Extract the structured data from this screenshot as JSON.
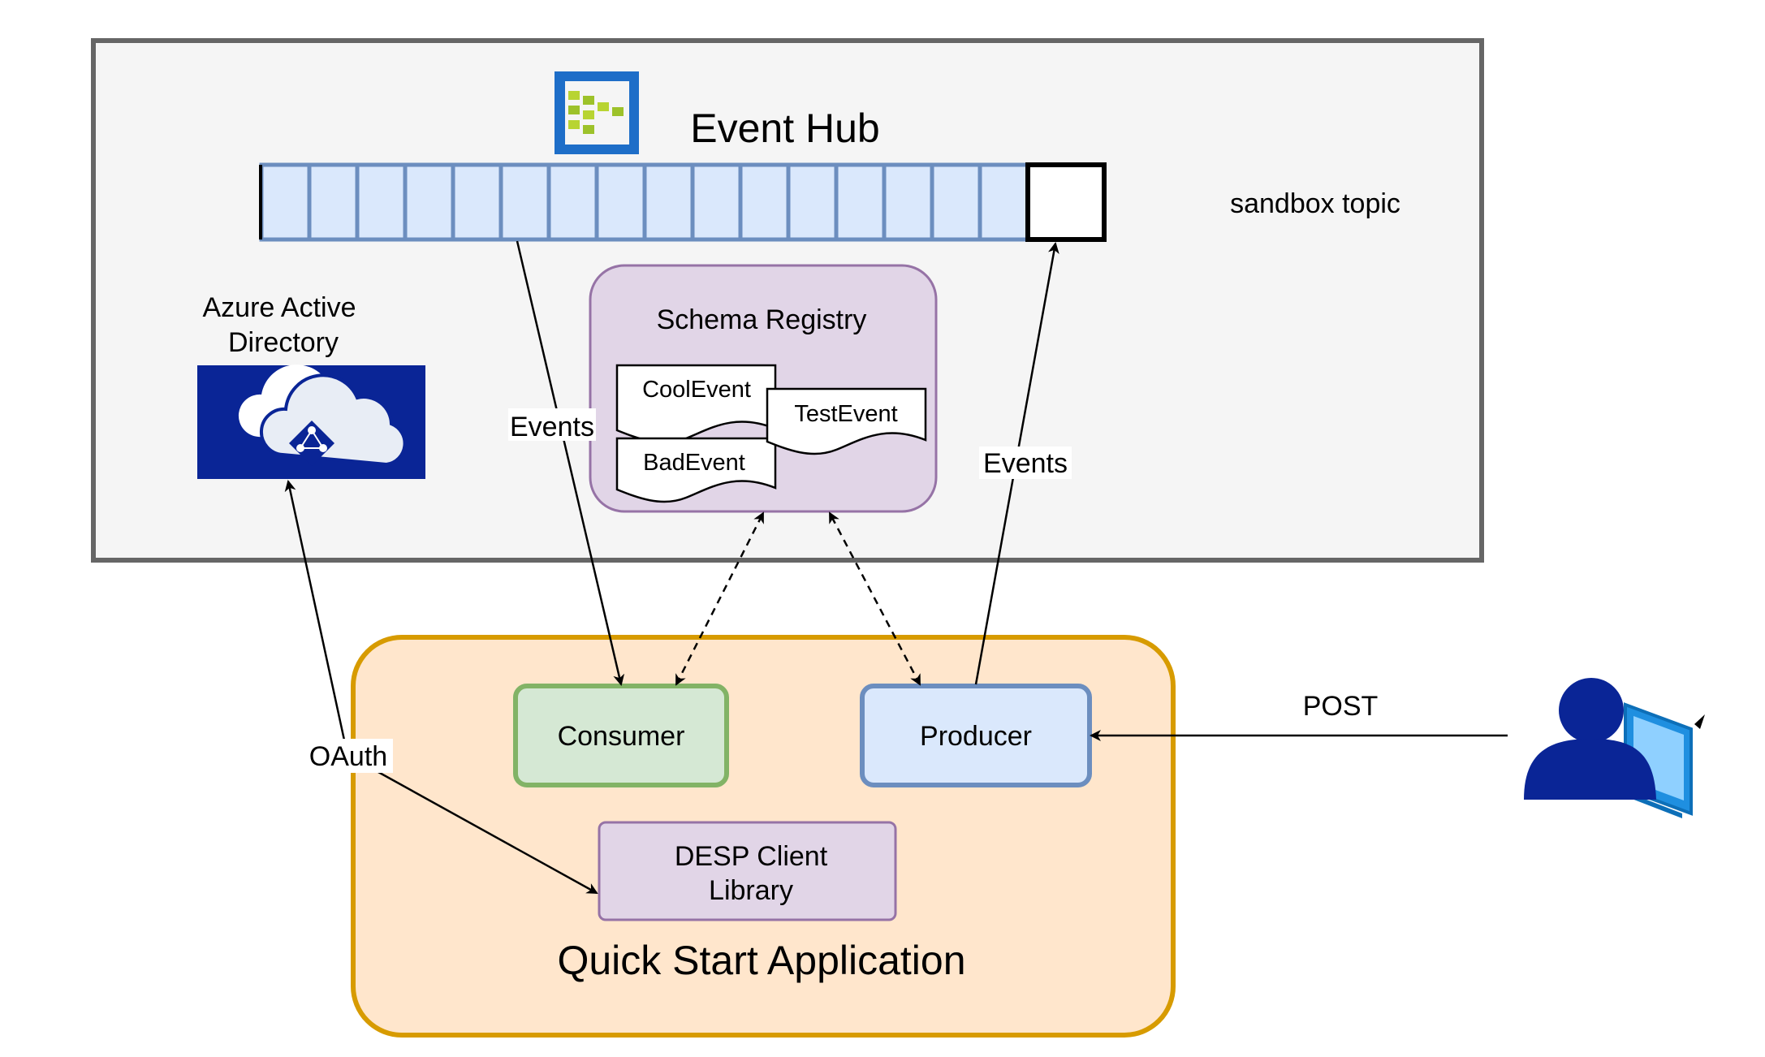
{
  "event_hub": {
    "title": "Event Hub",
    "topic_label": "sandbox topic",
    "partition_count": 17,
    "filled_partitions": 16
  },
  "azure_ad": {
    "label_line1": "Azure Active",
    "label_line2": "Directory"
  },
  "schema_registry": {
    "title": "Schema Registry",
    "schemas": [
      "CoolEvent",
      "TestEvent",
      "BadEvent"
    ]
  },
  "app": {
    "title": "Quick Start Application",
    "consumer": "Consumer",
    "producer": "Producer",
    "library_line1": "DESP Client",
    "library_line2": "Library"
  },
  "edges": {
    "consumer_events": "Events",
    "producer_events": "Events",
    "oauth": "OAuth",
    "post": "POST"
  },
  "colors": {
    "hub_border": "#666666",
    "hub_fill": "#f5f5f5",
    "partition_fill": "#dae8fc",
    "partition_stroke": "#6c8ebf",
    "registry_fill": "#e1d5e7",
    "registry_stroke": "#9673a6",
    "app_fill": "#ffe6cc",
    "app_stroke": "#d79b00",
    "consumer_fill": "#d5e8d4",
    "consumer_stroke": "#82b366",
    "aad_blue": "#0a2596",
    "user_blue": "#0a2596"
  },
  "icons": {
    "event_hub": "event-hub-icon",
    "aad": "azure-active-directory-icon",
    "user": "user-workstation-icon"
  }
}
